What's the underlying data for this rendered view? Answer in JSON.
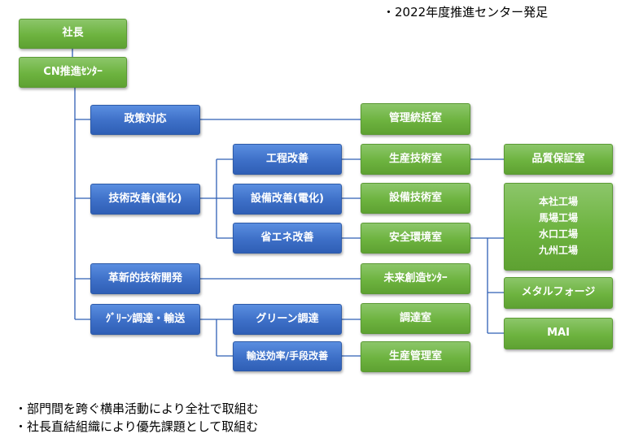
{
  "header_note": "・2022年度推進センター発足",
  "nodes": {
    "president": "社長",
    "cn_center": "CN推進ｾﾝﾀｰ",
    "policy": "政策対応",
    "tech_improve": "技術改善(進化)",
    "innovative": "革新的技術開発",
    "green_procure": "ｸﾞﾘｰﾝ調達・輸送",
    "process_improve": "工程改善",
    "equipment_improve": "設備改善(電化)",
    "energy_saving": "省エネ改善",
    "green_procurement": "グリーン調達",
    "transport": "輸送効率/手段改善",
    "mgmt_office": "管理統括室",
    "prod_tech": "生産技術室",
    "equip_tech": "設備技術室",
    "safety_env": "安全環境室",
    "future_center": "未来創造ｾﾝﾀｰ",
    "procure_office": "調達室",
    "prod_mgmt": "生産管理室",
    "quality": "品質保証室",
    "factories": [
      "本社工場",
      "馬場工場",
      "水口工場",
      "九州工場"
    ],
    "metal_forge": "メタルフォージ",
    "mai": "MAI"
  },
  "footer_notes": [
    "・部門間を跨ぐ横串活動により全社で取組む",
    "・社長直結組織により優先課題として取組む"
  ],
  "colors": {
    "green": "#6db33f",
    "blue": "#3d6fc7",
    "line": "#2f5fb5"
  }
}
